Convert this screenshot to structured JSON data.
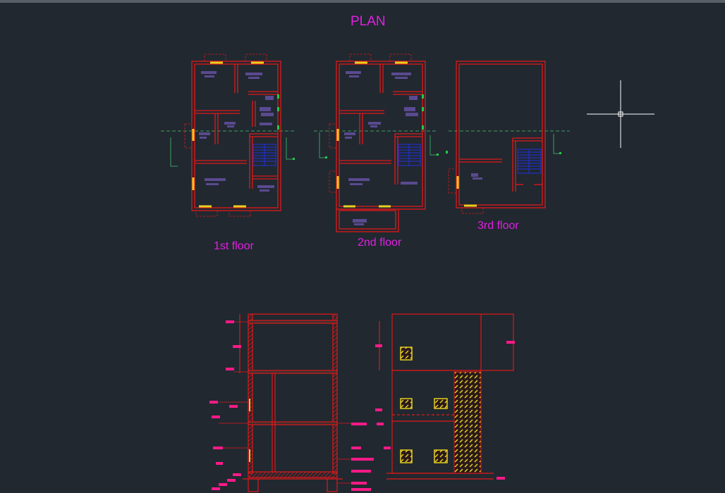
{
  "drawing": {
    "title": "PLAN",
    "floors": [
      {
        "label": "1st floor"
      },
      {
        "label": "2nd floor"
      },
      {
        "label": "3rd floor"
      }
    ]
  },
  "colors": {
    "background": "#212830",
    "wall": "#e01818",
    "label": "#e020e0",
    "window": "#e8d020",
    "stair": "#2030e0",
    "furniture": "#5a4a90",
    "dimension": "#3aa060",
    "crosshair": "#ffffff",
    "section_tag": "#ff1a88"
  },
  "cursor": {
    "icon": "crosshair-cursor-icon"
  }
}
